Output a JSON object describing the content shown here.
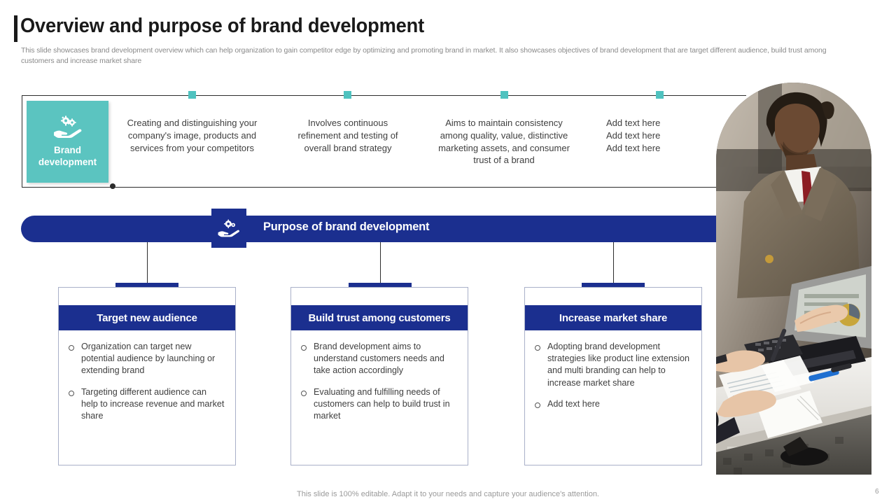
{
  "slide": {
    "title": "Overview and purpose of brand development",
    "subtitle": "This slide showcases brand development overview which can help organization to gain competitor edge by optimizing and promoting brand in market. It also showcases objectives of brand development that are target different audience, build trust among customers and increase market share",
    "footer_note": "This slide is 100% editable. Adapt it to your needs and capture your audience's attention.",
    "page_number": "6"
  },
  "colors": {
    "brand_blue": "#1b2f8f",
    "teal": "#5bc4c0",
    "tick_teal": "#4fc2bf",
    "title_black": "#1a1a1a",
    "body_gray": "#3f3f3f",
    "muted_gray": "#9a9a9a"
  },
  "overview": {
    "brand_box": {
      "icon": "hand-holding-gears-icon",
      "label_line1": "Brand",
      "label_line2": "development"
    },
    "columns": [
      {
        "text": "Creating and distinguishing your company's image, products and services from your competitors"
      },
      {
        "text": "Involves continuous refinement and testing of overall brand strategy"
      },
      {
        "text": "Aims to maintain consistency among quality, value, distinctive marketing assets, and consumer trust of a brand"
      },
      {
        "text": "Add text here\nAdd text here\nAdd text here"
      }
    ]
  },
  "banner": {
    "title": "Purpose of brand development",
    "icon": "hand-holding-gears-icon"
  },
  "cards": [
    {
      "header": "Target new audience",
      "bullets": [
        "Organization can target new potential audience by launching or extending brand",
        "Targeting different audience can help to increase revenue and market share"
      ]
    },
    {
      "header": "Build trust among customers",
      "bullets": [
        "Brand development aims to understand customers needs and take action accordingly",
        "Evaluating and fulfilling needs of customers can help to build trust in market"
      ]
    },
    {
      "header": "Increase market share",
      "bullets": [
        "Adopting brand development strategies like product line extension and multi branding can help to increase market share",
        "Add text here"
      ]
    }
  ],
  "photo": {
    "alt": "business-meeting-photo"
  }
}
